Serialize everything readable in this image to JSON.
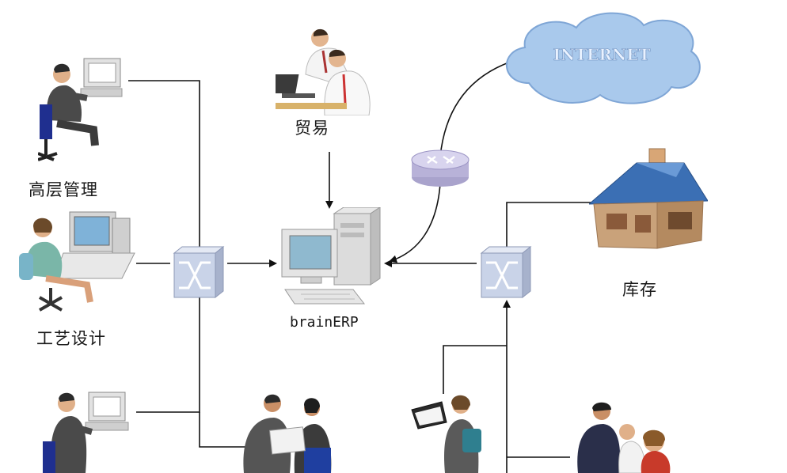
{
  "labels": {
    "executive": "高层管理",
    "trade": "贸易",
    "process_design": "工艺设计",
    "erp": "brainERP",
    "inventory": "库存",
    "internet": "INTERNET"
  },
  "colors": {
    "line": "#111111",
    "cloud": "#a9c9ec",
    "switch": "#c9d3e8",
    "router": "#c6c1de",
    "house_roof": "#3b6fb4",
    "house_wall": "#c9a27a"
  }
}
